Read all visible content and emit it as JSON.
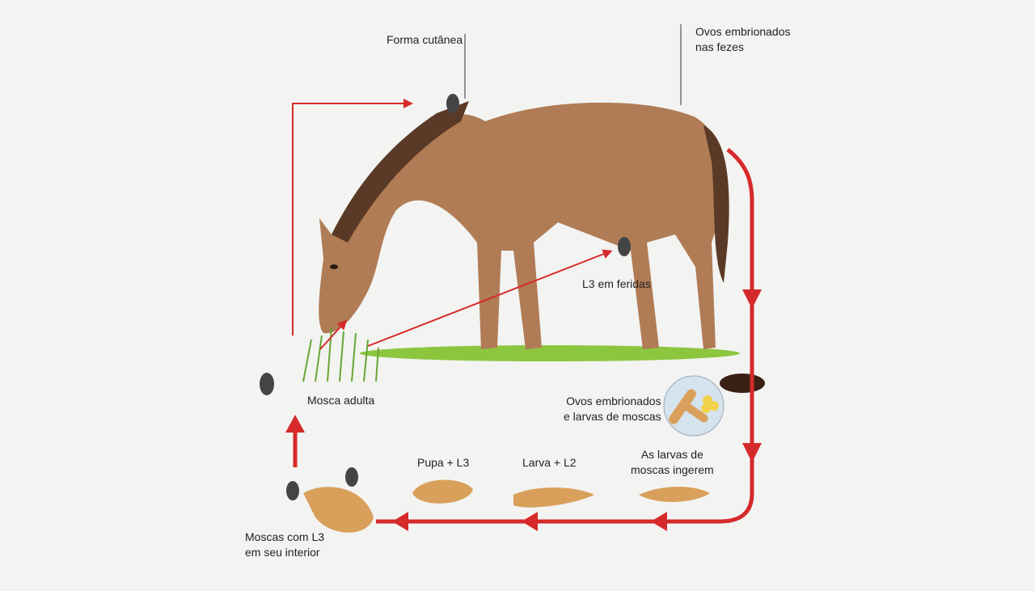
{
  "labels": {
    "forma_cutanea": "Forma cutânea",
    "ovos_fezes": "Ovos embrionados\nnas fezes",
    "l3_feridas": "L3 em feridas",
    "mosca_adulta": "Mosca adulta",
    "ovos_larvas": "Ovos embrionados\ne larvas de moscas",
    "larvas_ingerem": "As larvas de\nmoscas ingerem",
    "larva_l2": "Larva + L2",
    "pupa_l3": "Pupa + L3",
    "moscas_l3": "Moscas com L3\nem seu interior"
  },
  "colors": {
    "arrow": "#d62a2a",
    "horse": "#b07c55",
    "mane": "#5a3a26",
    "grass": "#8cc63f",
    "larva": "#d9a05b",
    "feces": "#3a1f14"
  }
}
